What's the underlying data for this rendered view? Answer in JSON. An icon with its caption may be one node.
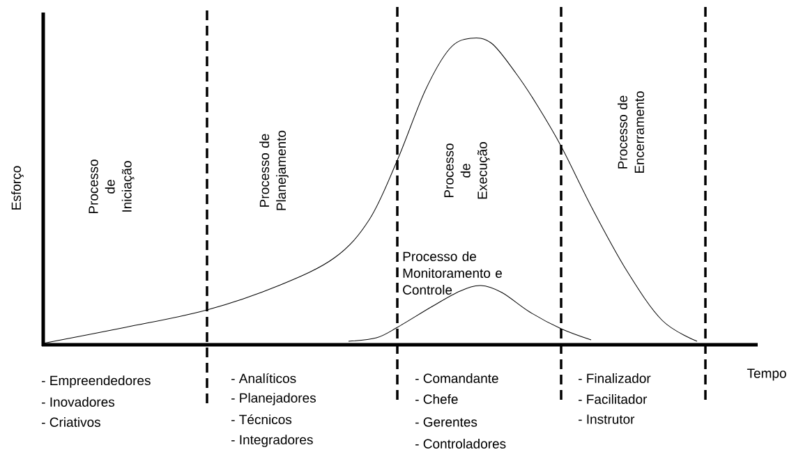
{
  "diagram": {
    "labels": [
      "Esforço",
      "Processo de Iniciação",
      "Processo de Planejamento",
      "Processo de Execução",
      "Processo de Encerramento",
      "Processo de Monitoramento e Controle",
      "Tempo",
      "- Empreendedores",
      "- Inovadores",
      "- Criativos",
      "- Analíticos",
      "- Planejadores",
      "- Técnicos",
      "- Integradores",
      "- Comandante",
      "- Chefe",
      "- Gerentes",
      "- Controladores",
      "- Finalizador",
      "- Facilitador",
      "- Instrutor"
    ]
  }
}
